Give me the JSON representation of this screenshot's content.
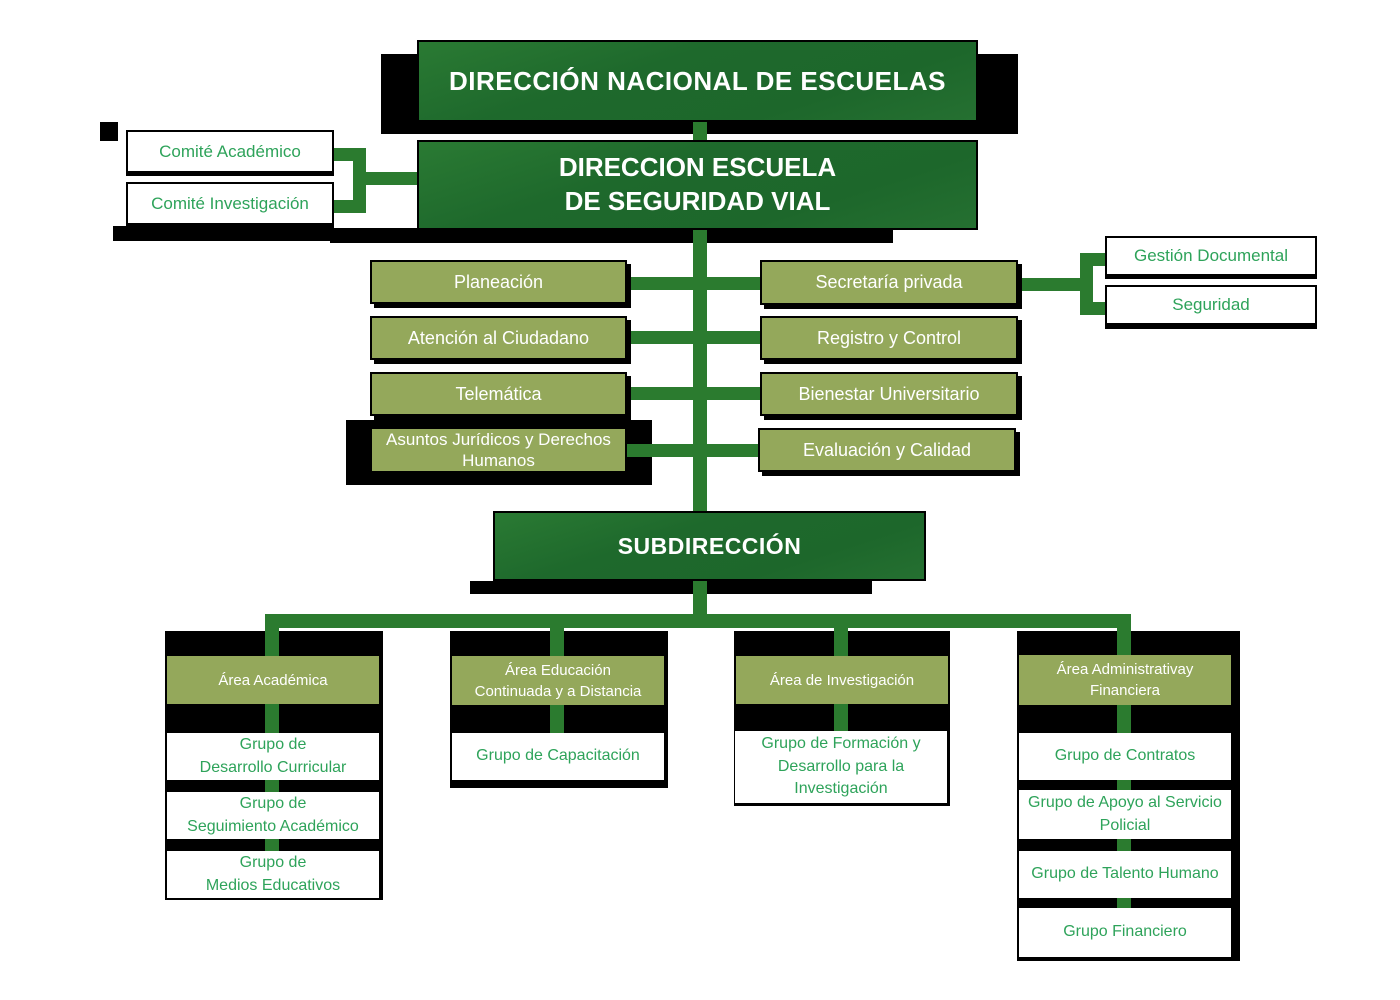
{
  "palette": {
    "dark_green": "#1E692C",
    "olive_green": "#94A85B",
    "connector_green": "#2B7B2F",
    "text_green": "#2EA35A",
    "shadow_black": "#000000",
    "background": "#FFFFFF"
  },
  "nodes": {
    "national": "DIRECCIÓN NACIONAL DE ESCUELAS",
    "school": "DIRECCION ESCUELA\nDE SEGURIDAD VIAL",
    "subdirection": "SUBDIRECCIÓN"
  },
  "committees": {
    "academic": "Comité Académico",
    "research": "Comité Investigación"
  },
  "staff_left": [
    "Planeación",
    "Atención al Ciudadano",
    "Telemática",
    "Asuntos Jurídicos y Derechos Humanos"
  ],
  "staff_right": [
    "Secretaría privada",
    "Registro y Control",
    "Bienestar Universitario",
    "Evaluación y Calidad"
  ],
  "support": {
    "documental": "Gestión Documental",
    "security": "Seguridad"
  },
  "branches": [
    {
      "area": "Área Académica",
      "groups": [
        "Grupo de\nDesarrollo Curricular",
        "Grupo de\nSeguimiento Académico",
        "Grupo de\nMedios Educativos"
      ]
    },
    {
      "area": "Área Educación\nContinuada y a Distancia",
      "groups": [
        "Grupo de Capacitación"
      ]
    },
    {
      "area": "Área de Investigación",
      "groups": [
        "Grupo de Formación y\nDesarrollo para la\nInvestigación"
      ]
    },
    {
      "area": "Área Administrativay\nFinanciera",
      "groups": [
        "Grupo de Contratos",
        "Grupo de Apoyo al Servicio\nPolicial",
        "Grupo de Talento Humano",
        "Grupo Financiero"
      ]
    }
  ]
}
